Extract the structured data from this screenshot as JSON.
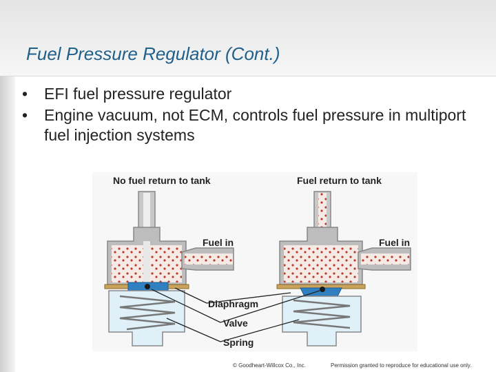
{
  "slide": {
    "title": "Fuel Pressure Regulator (Cont.)",
    "bullets": [
      "EFI fuel pressure regulator",
      "Engine vacuum, not ECM, controls fuel pressure in multiport fuel injection systems"
    ],
    "bullet_marker": "•"
  },
  "figure": {
    "left_caption": "No fuel return to tank",
    "right_caption": "Fuel return to tank",
    "labels": {
      "fuel_in_left": "Fuel in",
      "fuel_in_right": "Fuel in",
      "diaphragm": "Diaphragm",
      "valve": "Valve",
      "spring": "Spring"
    },
    "colors": {
      "fuel_dots": "#c0392b",
      "diaphragm": "#2f7fc1",
      "housing": "#b9b9b9",
      "chamber": "#dff0f8"
    }
  },
  "footer": {
    "copyright": "© Goodheart-Willcox Co., Inc.",
    "permission": "Permission granted to reproduce for educational use only."
  }
}
